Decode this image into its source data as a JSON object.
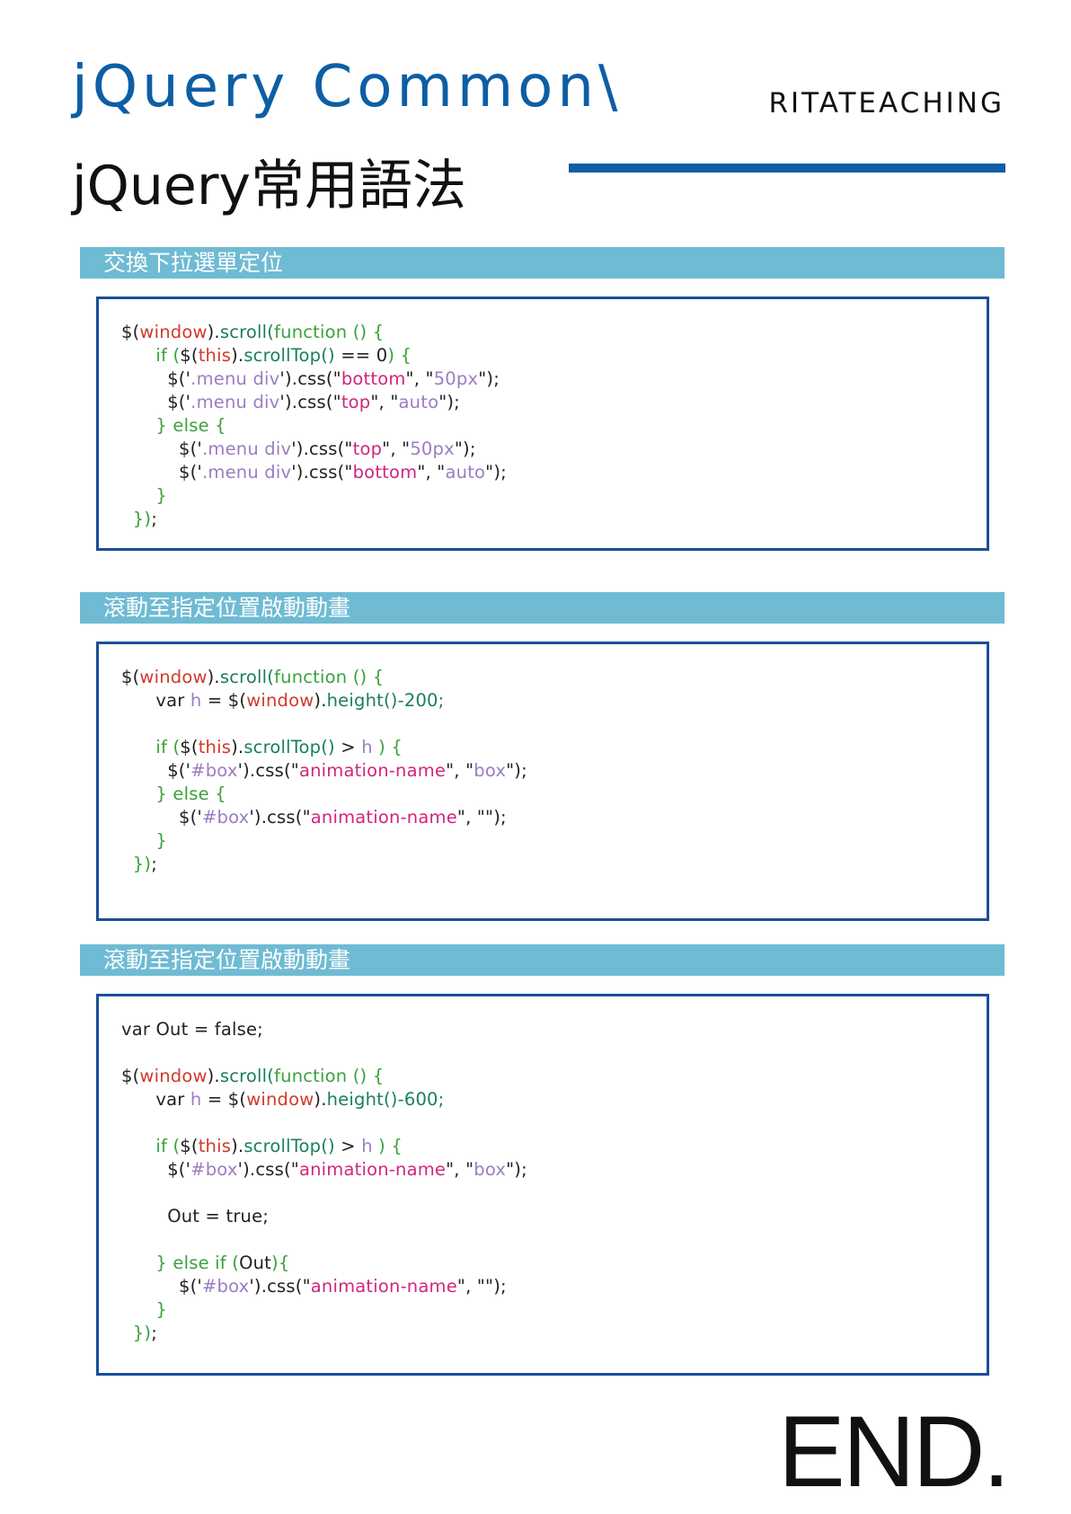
{
  "header": {
    "title_en": "jQuery Common\\",
    "title_zh": "jQuery常用語法",
    "brand": "RITATEACHING"
  },
  "colors": {
    "primary_blue": "#0d5ea5",
    "section_bar": "#6fbbd3",
    "box_border": "#1a4f98",
    "keyword_red": "#cf3a2a",
    "function_green": "#3aa23c",
    "string_purple": "#9a7dc3",
    "property_magenta": "#d0267d"
  },
  "sections": [
    {
      "title": "交換下拉選單定位",
      "lines": [
        [
          [
            "$(",
            "dark"
          ],
          [
            "window",
            "red"
          ],
          [
            ").",
            "dark"
          ],
          [
            "scroll(",
            "teal"
          ],
          [
            "function () {",
            "green"
          ]
        ],
        [
          [
            "      if (",
            "green"
          ],
          [
            "$(",
            "dark"
          ],
          [
            "this",
            "red"
          ],
          [
            ").",
            "dark"
          ],
          [
            "scrollTop()",
            "teal"
          ],
          [
            " == 0",
            "dark"
          ],
          [
            ") {",
            "green"
          ]
        ],
        [
          [
            "        $('",
            "dark"
          ],
          [
            ".menu div",
            "purple"
          ],
          [
            "').css(\"",
            "dark"
          ],
          [
            "bottom",
            "magenta"
          ],
          [
            "\", \"",
            "dark"
          ],
          [
            "50px",
            "purple"
          ],
          [
            "\");",
            "dark"
          ]
        ],
        [
          [
            "        $('",
            "dark"
          ],
          [
            ".menu div",
            "purple"
          ],
          [
            "').css(\"",
            "dark"
          ],
          [
            "top",
            "magenta"
          ],
          [
            "\", \"",
            "dark"
          ],
          [
            "auto",
            "purple"
          ],
          [
            "\");",
            "dark"
          ]
        ],
        [
          [
            "      } else {",
            "green"
          ]
        ],
        [
          [
            "          $('",
            "dark"
          ],
          [
            ".menu div",
            "purple"
          ],
          [
            "').css(\"",
            "dark"
          ],
          [
            "top",
            "magenta"
          ],
          [
            "\", \"",
            "dark"
          ],
          [
            "50px",
            "purple"
          ],
          [
            "\");",
            "dark"
          ]
        ],
        [
          [
            "          $('",
            "dark"
          ],
          [
            ".menu div",
            "purple"
          ],
          [
            "').css(\"",
            "dark"
          ],
          [
            "bottom",
            "magenta"
          ],
          [
            "\", \"",
            "dark"
          ],
          [
            "auto",
            "purple"
          ],
          [
            "\");",
            "dark"
          ]
        ],
        [
          [
            "      }",
            "green"
          ]
        ],
        [
          [
            "  })",
            "green"
          ],
          [
            ";",
            "dark"
          ]
        ]
      ]
    },
    {
      "title": "滾動至指定位置啟動動畫",
      "lines": [
        [
          [
            "$(",
            "dark"
          ],
          [
            "window",
            "red"
          ],
          [
            ").",
            "dark"
          ],
          [
            "scroll(",
            "teal"
          ],
          [
            "function () {",
            "green"
          ]
        ],
        [
          [
            "      var ",
            "dark"
          ],
          [
            "h",
            "purple"
          ],
          [
            " = $(",
            "dark"
          ],
          [
            "window",
            "red"
          ],
          [
            ").",
            "dark"
          ],
          [
            "height()-200;",
            "teal"
          ]
        ],
        [
          [
            "",
            "dark"
          ]
        ],
        [
          [
            "      if (",
            "green"
          ],
          [
            "$(",
            "dark"
          ],
          [
            "this",
            "red"
          ],
          [
            ").",
            "dark"
          ],
          [
            "scrollTop()",
            "teal"
          ],
          [
            " > ",
            "dark"
          ],
          [
            "h",
            "purple"
          ],
          [
            " ) {",
            "green"
          ]
        ],
        [
          [
            "        $('",
            "dark"
          ],
          [
            "#box",
            "purple"
          ],
          [
            "').css(\"",
            "dark"
          ],
          [
            "animation-name",
            "magenta"
          ],
          [
            "\", \"",
            "dark"
          ],
          [
            "box",
            "purple"
          ],
          [
            "\");",
            "dark"
          ]
        ],
        [
          [
            "      } else {",
            "green"
          ]
        ],
        [
          [
            "          $('",
            "dark"
          ],
          [
            "#box",
            "purple"
          ],
          [
            "').css(\"",
            "dark"
          ],
          [
            "animation-name",
            "magenta"
          ],
          [
            "\", \"\");",
            "dark"
          ]
        ],
        [
          [
            "      }",
            "green"
          ]
        ],
        [
          [
            "  })",
            "green"
          ],
          [
            ";",
            "dark"
          ]
        ]
      ]
    },
    {
      "title": "滾動至指定位置啟動動畫",
      "lines": [
        [
          [
            "var Out = false;",
            "dark"
          ]
        ],
        [
          [
            "",
            "dark"
          ]
        ],
        [
          [
            "$(",
            "dark"
          ],
          [
            "window",
            "red"
          ],
          [
            ").",
            "dark"
          ],
          [
            "scroll(",
            "teal"
          ],
          [
            "function () {",
            "green"
          ]
        ],
        [
          [
            "      var ",
            "dark"
          ],
          [
            "h",
            "purple"
          ],
          [
            " = $(",
            "dark"
          ],
          [
            "window",
            "red"
          ],
          [
            ").",
            "dark"
          ],
          [
            "height()-600;",
            "teal"
          ]
        ],
        [
          [
            "",
            "dark"
          ]
        ],
        [
          [
            "      if (",
            "green"
          ],
          [
            "$(",
            "dark"
          ],
          [
            "this",
            "red"
          ],
          [
            ").",
            "dark"
          ],
          [
            "scrollTop()",
            "teal"
          ],
          [
            " > ",
            "dark"
          ],
          [
            "h",
            "purple"
          ],
          [
            " ) {",
            "green"
          ]
        ],
        [
          [
            "        $('",
            "dark"
          ],
          [
            "#box",
            "purple"
          ],
          [
            "').css(\"",
            "dark"
          ],
          [
            "animation-name",
            "magenta"
          ],
          [
            "\", \"",
            "dark"
          ],
          [
            "box",
            "purple"
          ],
          [
            "\");",
            "dark"
          ]
        ],
        [
          [
            "",
            "dark"
          ]
        ],
        [
          [
            "        Out = true;",
            "dark"
          ]
        ],
        [
          [
            "",
            "dark"
          ]
        ],
        [
          [
            "      } else if (",
            "green"
          ],
          [
            "Out",
            "dark"
          ],
          [
            "){",
            "green"
          ]
        ],
        [
          [
            "          $('",
            "dark"
          ],
          [
            "#box",
            "purple"
          ],
          [
            "').css(\"",
            "dark"
          ],
          [
            "animation-name",
            "magenta"
          ],
          [
            "\", \"\");",
            "dark"
          ]
        ],
        [
          [
            "      }",
            "green"
          ]
        ],
        [
          [
            "  })",
            "green"
          ],
          [
            ";",
            "dark"
          ]
        ]
      ]
    }
  ],
  "footer": {
    "end_text": "END."
  }
}
